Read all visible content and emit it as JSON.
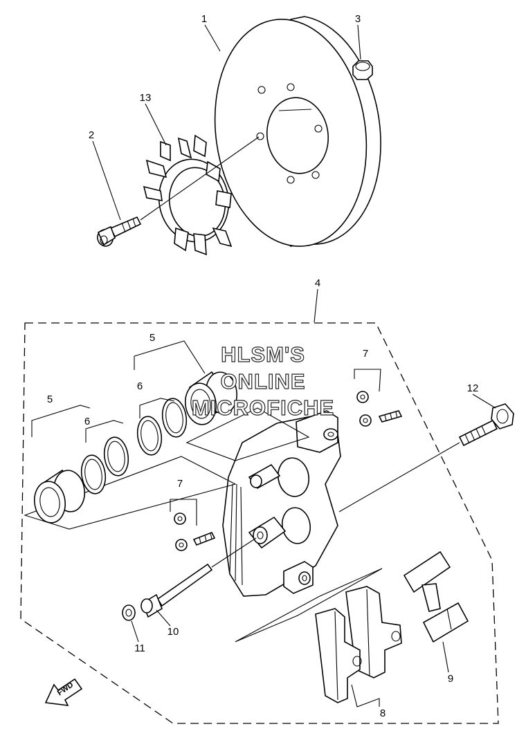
{
  "callouts": {
    "c1": "1",
    "c2": "2",
    "c3": "3",
    "c4": "4",
    "c5a": "5",
    "c5b": "5",
    "c6a": "6",
    "c6b": "6",
    "c7a": "7",
    "c7b": "7",
    "c8": "8",
    "c9": "9",
    "c10": "10",
    "c11": "11",
    "c12": "12",
    "c13": "13"
  },
  "watermark": {
    "line1": "HLSM'S",
    "line2": "ONLINE",
    "line3": "MICROFICHE"
  },
  "fwd_label": "FWD"
}
